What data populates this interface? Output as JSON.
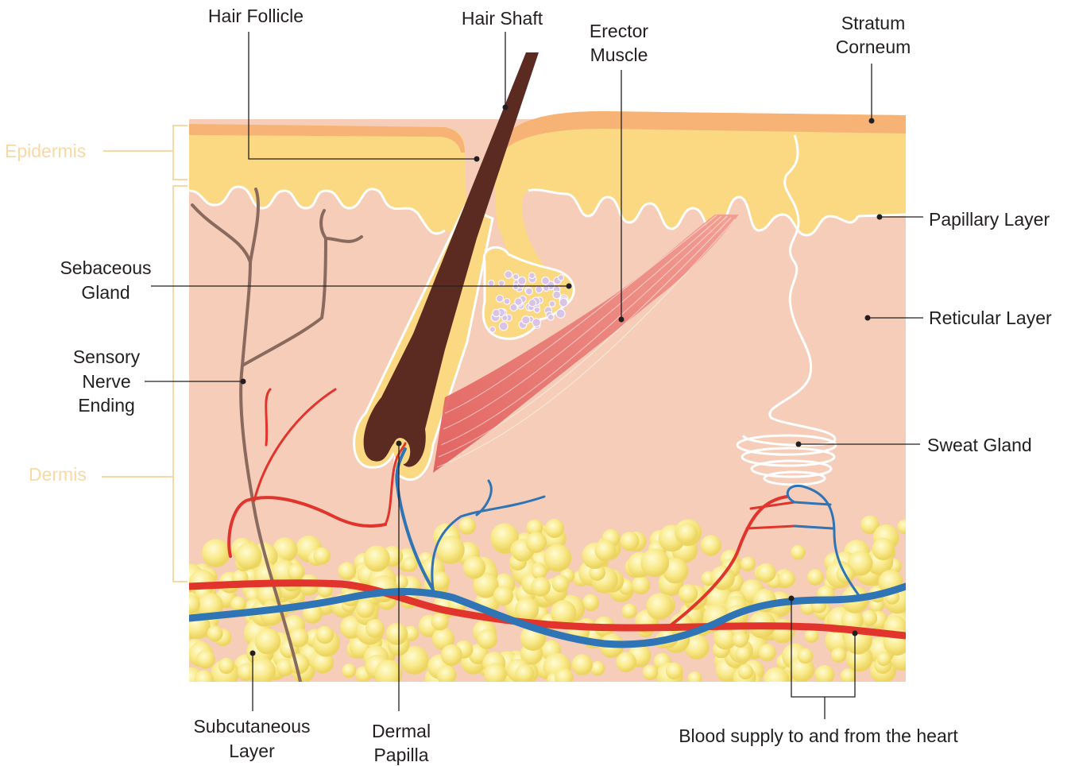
{
  "labels": {
    "hair_follicle": "Hair Follicle",
    "hair_shaft": "Hair Shaft",
    "erector_muscle": [
      "Erector",
      "Muscle"
    ],
    "stratum_corneum": [
      "Stratum",
      "Corneum"
    ],
    "papillary_layer": "Papillary Layer",
    "reticular_layer": "Reticular Layer",
    "sweat_gland": "Sweat Gland",
    "sebaceous_gland": [
      "Sebaceous",
      "Gland"
    ],
    "sensory_nerve_ending": [
      "Sensory",
      "Nerve",
      "Ending"
    ],
    "subcutaneous_layer": [
      "Subcutaneous",
      "Layer"
    ],
    "dermal_papilla": [
      "Dermal",
      "Papilla"
    ],
    "blood_supply": "Blood supply to and from the heart"
  },
  "layers": {
    "epidermis": "Epidermis",
    "dermis": "Dermis"
  },
  "colors": {
    "stratum_corneum": "#f7b276",
    "epidermis": "#fbd882",
    "dermis": "#f5cdb8",
    "fat": "#f5e27a",
    "fat_highlight": "#fff9c8",
    "hair": "#5b2a21",
    "nerve": "#8a6a5e",
    "artery": "#e0342c",
    "vein": "#2f74b4",
    "muscle": "#e06a6a",
    "sebaceous": "#d9c3e6",
    "layer_label": "#f8d9a4"
  }
}
